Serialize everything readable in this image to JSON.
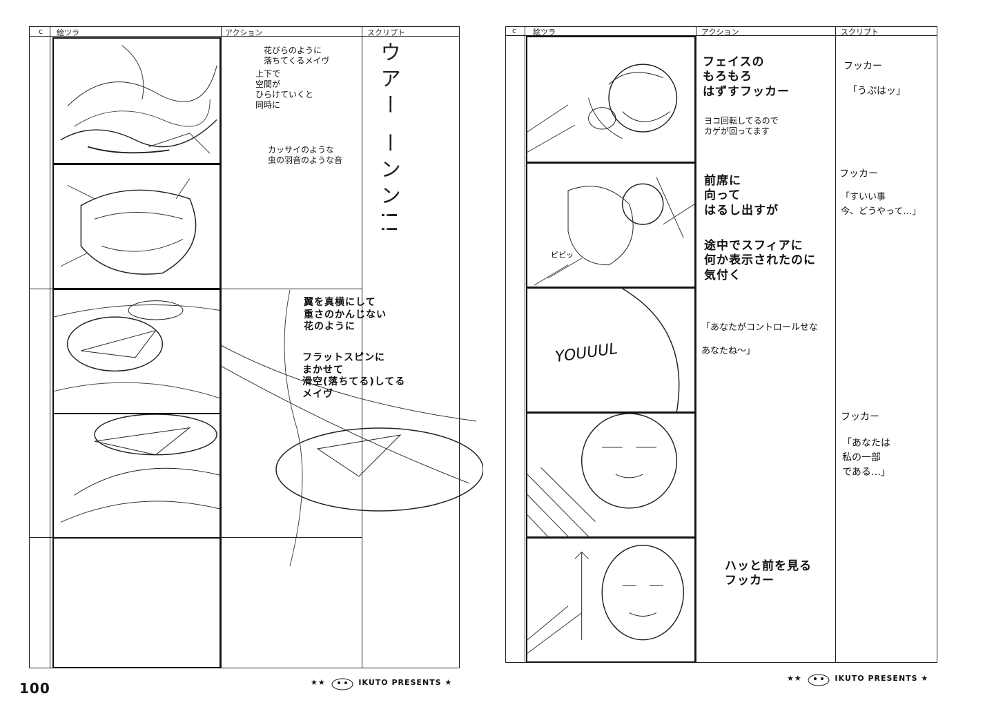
{
  "left_page": {
    "headers": {
      "cut": "c",
      "picture": "絵ツラ",
      "action": "アクション",
      "script": "スクリプト"
    },
    "action_notes": {
      "note1": "花びらのように\n落ちてくるメイヴ",
      "note2": "上下で\n空間が\nひらけていくと\n同時に",
      "note3": "カッサイのような\n虫の羽音のような音",
      "note4": "翼を真横にして\n重さのかんじない\n花のように",
      "note5": "フラットスピンに\nまかせて\n滑空(落ちてる)してる\nメイヴ"
    },
    "script_vertical": "ウアー ーンン!!",
    "page_number": "100",
    "footer": "IKUTO PRESENTS"
  },
  "right_page": {
    "headers": {
      "cut": "c",
      "picture": "絵ツラ",
      "action": "アクション",
      "script": "スクリプト"
    },
    "action_notes": {
      "note1": "フェイスの\nもろもろ\nはずすフッカー",
      "note2": "ヨコ回転してるので\nカゲが回ってます",
      "note3": "前席に\n向って\nはるし出すが",
      "note4": "途中でスフィアに\n何か表示されたのに\n気付く",
      "note5": "「あなたがコントロールせな\nあなたね〜」",
      "note6": "ハッと前を見る\nフッカー"
    },
    "script_notes": {
      "s1_name": "フッカー",
      "s1_line": "「うぷはッ」",
      "s2_name": "フッカー",
      "s2_line": "「すいい事\n今、どうやって…」",
      "s3_name": "フッカー",
      "s3_line": "「あなたは\n私の一部\nである…」"
    },
    "panel_sfx": "ピピッ",
    "panel_scribble": "YOUUUL",
    "footer": "IKUTO PRESENTS"
  }
}
